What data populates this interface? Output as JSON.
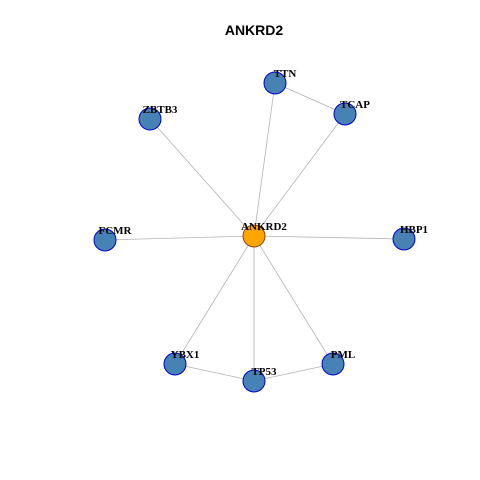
{
  "title": "ANKRD2",
  "colors": {
    "hub_fill": "#FFA500",
    "hub_stroke": "#8B4513",
    "node_fill": "#4682B4",
    "node_stroke": "#0000CD",
    "edge": "#B3B3B3"
  },
  "nodes": [
    {
      "id": "ANKRD2",
      "label": "ANKRD2",
      "hub": true
    },
    {
      "id": "TTN",
      "label": "TTN"
    },
    {
      "id": "TCAP",
      "label": "TCAP"
    },
    {
      "id": "ZBTB3",
      "label": "ZBTB3"
    },
    {
      "id": "FCMR",
      "label": "FCMR"
    },
    {
      "id": "HBP1",
      "label": "HBP1"
    },
    {
      "id": "YBX1",
      "label": "YBX1"
    },
    {
      "id": "TP53",
      "label": "TP53"
    },
    {
      "id": "PML",
      "label": "PML"
    }
  ],
  "edges": [
    [
      "ANKRD2",
      "TTN"
    ],
    [
      "ANKRD2",
      "TCAP"
    ],
    [
      "ANKRD2",
      "ZBTB3"
    ],
    [
      "ANKRD2",
      "FCMR"
    ],
    [
      "ANKRD2",
      "HBP1"
    ],
    [
      "ANKRD2",
      "YBX1"
    ],
    [
      "ANKRD2",
      "TP53"
    ],
    [
      "ANKRD2",
      "PML"
    ],
    [
      "TTN",
      "TCAP"
    ],
    [
      "YBX1",
      "TP53"
    ],
    [
      "TP53",
      "PML"
    ]
  ]
}
